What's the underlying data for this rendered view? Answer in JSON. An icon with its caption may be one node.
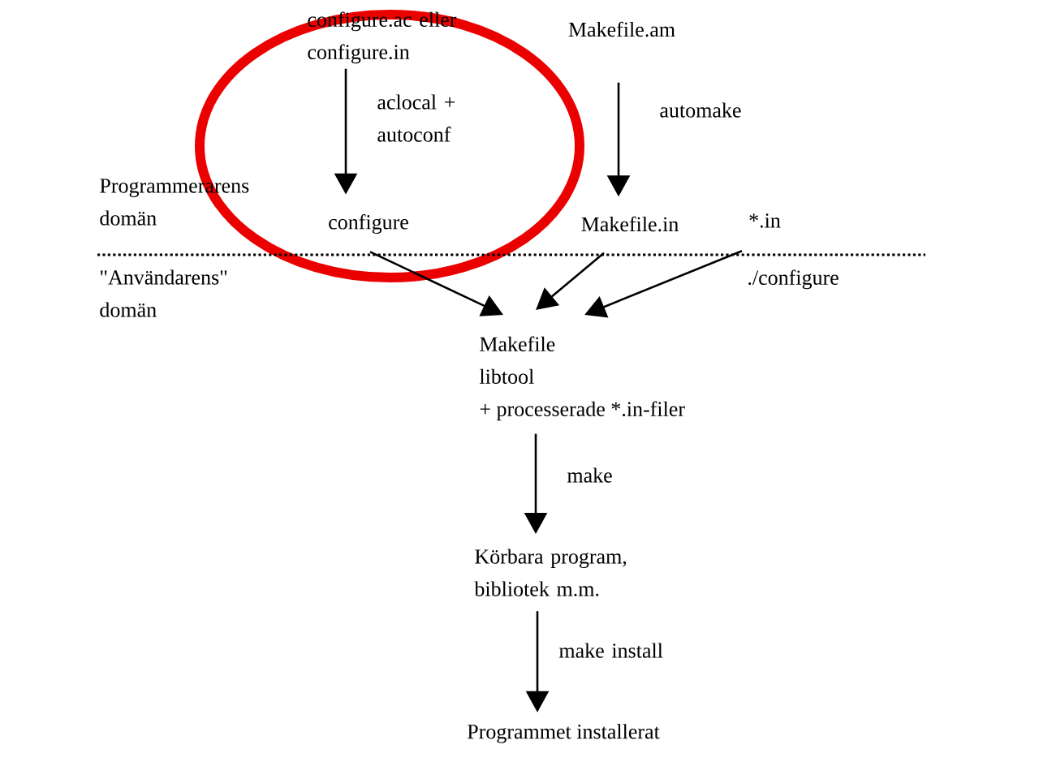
{
  "diagram": {
    "nodes": [
      {
        "text": [
          "configure.ac eller configure.in"
        ]
      },
      {
        "text": [
          "Makefile.am"
        ]
      },
      {
        "text": [
          "configure"
        ]
      },
      {
        "text": [
          "Makefile.in"
        ]
      },
      {
        "text": [
          "*.in"
        ]
      },
      {
        "text": [
          "Makefile",
          "libtool",
          "+ processerade *.in-filer"
        ]
      },
      {
        "text": [
          "Körbara program, bibliotek m.m."
        ]
      },
      {
        "text": [
          "Programmet installerat"
        ]
      }
    ],
    "edges": [
      {
        "from": 0,
        "to": 2,
        "arrow": "to",
        "label": "aclocal + autoconf"
      },
      {
        "from": 1,
        "to": 3,
        "arrow": "to",
        "label": "automake"
      },
      {
        "from": 2,
        "to": 5,
        "arrow": "to"
      },
      {
        "from": 3,
        "to": 5,
        "arrow": "to"
      },
      {
        "from": 4,
        "to": 5,
        "arrow": "to"
      },
      {
        "from": 5,
        "to": 6,
        "arrow": "to",
        "label": "make"
      },
      {
        "from": 6,
        "to": 7,
        "arrow": "to",
        "label": "make install"
      }
    ],
    "labels": [
      "Programmerarens domän",
      "\"Användarens\" domän",
      "./configure"
    ]
  }
}
